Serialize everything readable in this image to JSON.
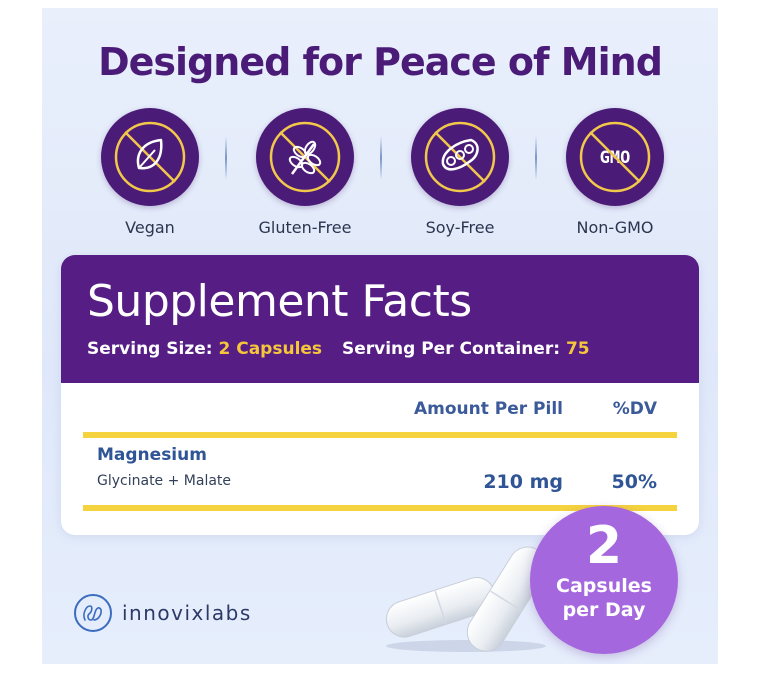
{
  "headline": "Designed for Peace of Mind",
  "badges": [
    {
      "label": "Vegan",
      "icon": "leaf-icon"
    },
    {
      "label": "Gluten-Free",
      "icon": "wheat-icon"
    },
    {
      "label": "Soy-Free",
      "icon": "soybean-icon"
    },
    {
      "label": "Non-GMO",
      "icon": "gmo-icon",
      "icon_text": "GMO"
    }
  ],
  "facts": {
    "title": "Supplement Facts",
    "serving_size_label": "Serving Size:",
    "serving_size_value": "2 Capsules",
    "per_container_label": "Serving Per Container:",
    "per_container_value": "75",
    "col_amount": "Amount Per Pill",
    "col_dv": "%DV",
    "row": {
      "name": "Magnesium",
      "sub": "Glycinate + Malate",
      "amount": "210 mg",
      "dv": "50%"
    }
  },
  "dose_badge": {
    "number": "2",
    "line1": "Capsules",
    "line2": "per Day"
  },
  "brand": {
    "name": "innovixlabs"
  },
  "colors": {
    "brand_purple": "#4b1b78",
    "header_purple": "#561e84",
    "accent_yellow": "#f5c63c",
    "badge_purple": "#a467de",
    "text_blue": "#2f5596"
  }
}
